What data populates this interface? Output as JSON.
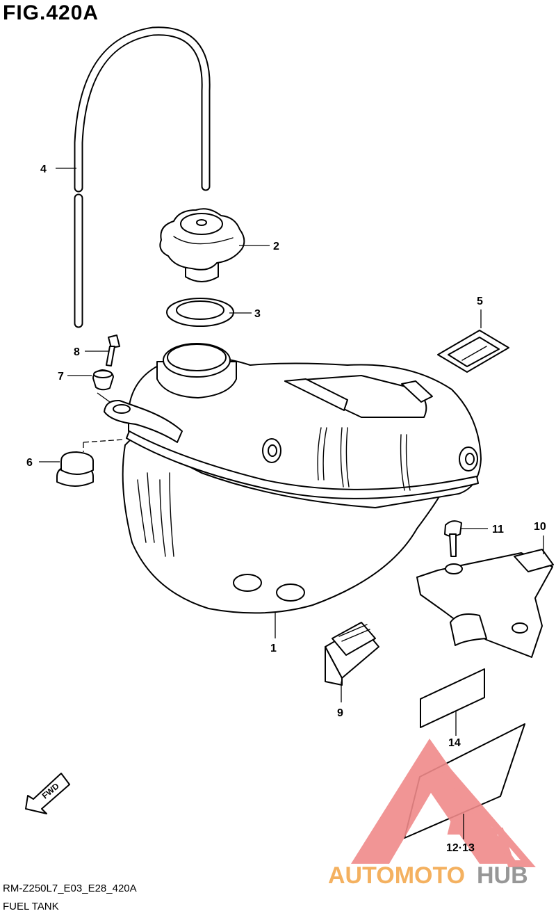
{
  "figure_id": "FIG.420A",
  "diagram_code": "RM-Z250L7_E03_E28_420A",
  "diagram_name": "FUEL TANK",
  "fwd_label": "FWD",
  "callouts": {
    "p1": "1",
    "p2": "2",
    "p3": "3",
    "p4": "4",
    "p5": "5",
    "p6": "6",
    "p7": "7",
    "p8": "8",
    "p9": "9",
    "p10": "10",
    "p11": "11",
    "p12_13": "12·13",
    "p14": "14"
  },
  "watermark": {
    "text_orange": "AUTOMOTO",
    "text_gray": "HUB",
    "color_orange": "#f3a94f",
    "color_gray": "#8c8c8c",
    "color_red": "#f08a8a"
  }
}
